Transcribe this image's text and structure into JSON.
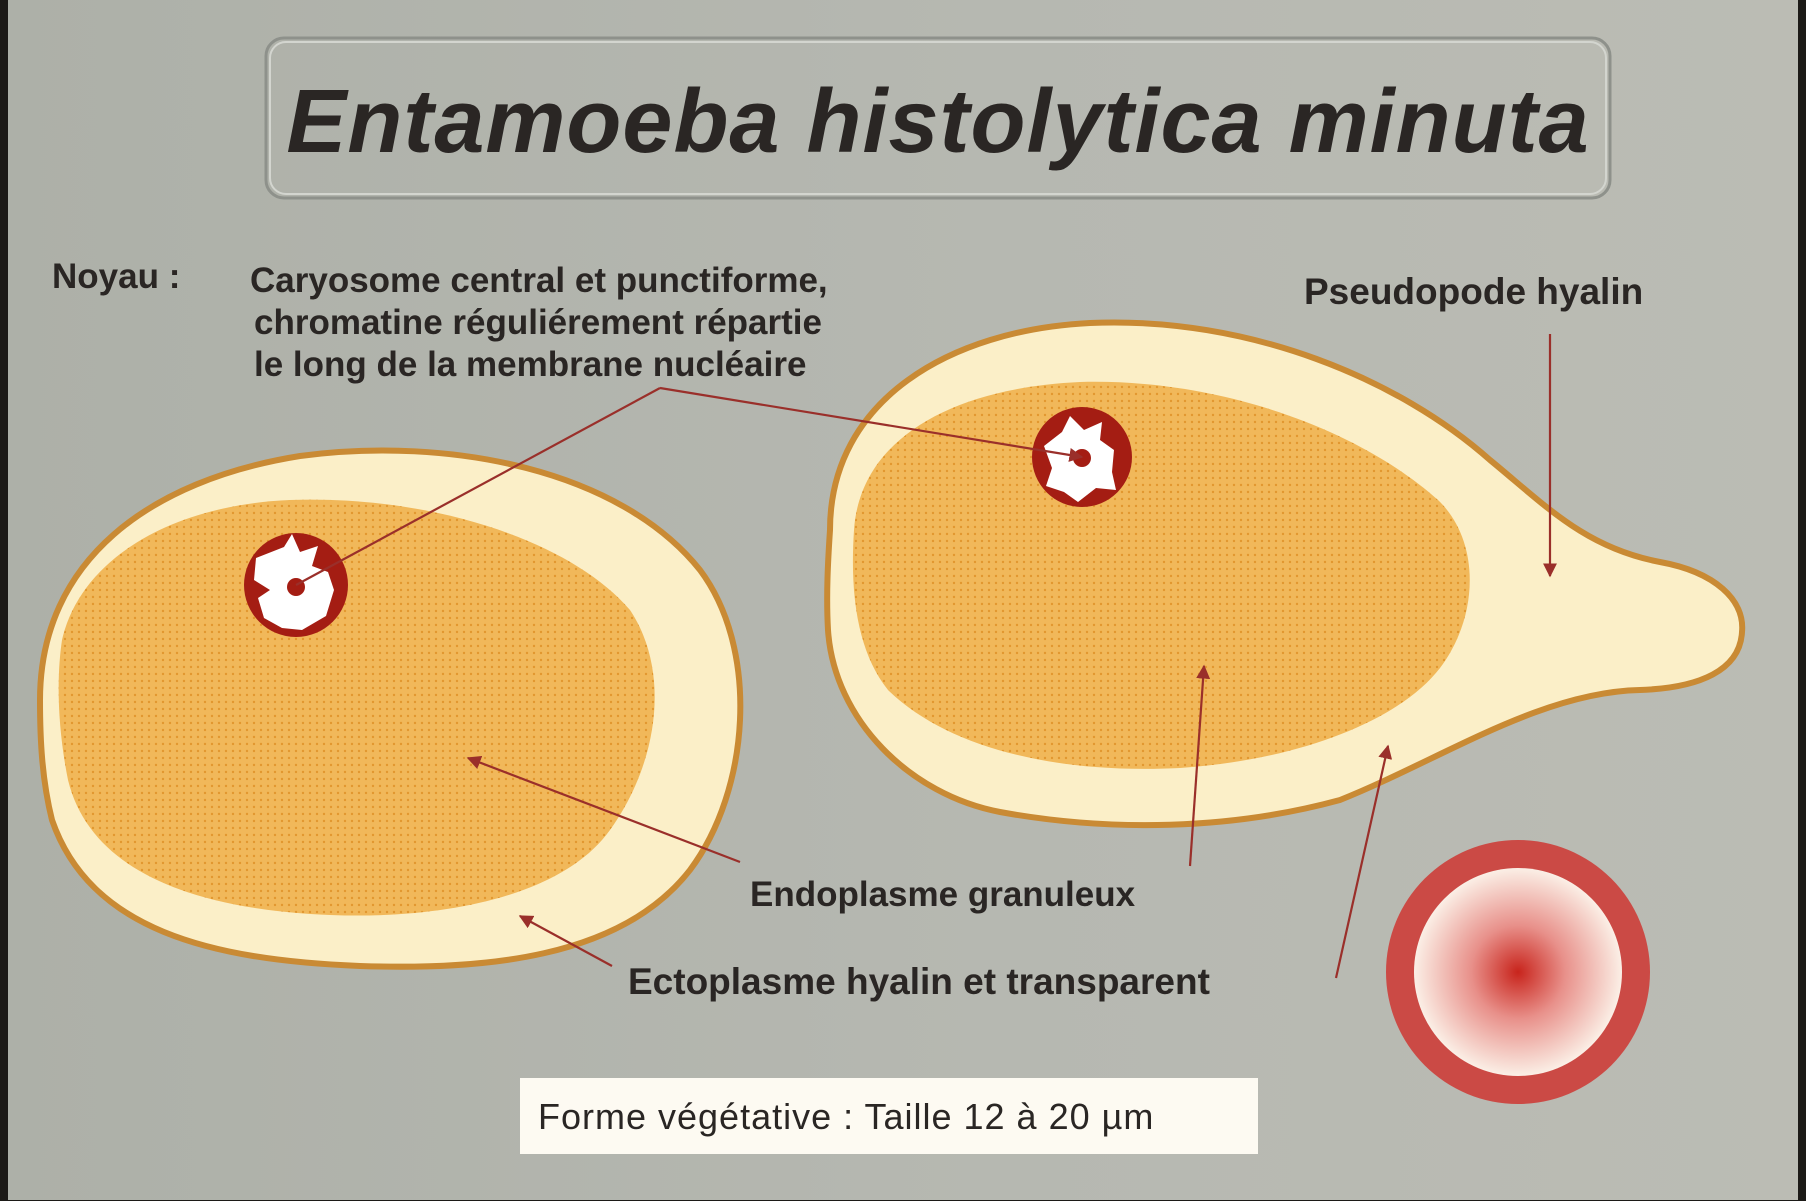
{
  "title": "Entamoeba histolytica minuta",
  "noyau": {
    "label": "Noyau :",
    "lines": [
      "Caryosome central et punctiforme,",
      "chromatine réguliérement répartie",
      "le long de la membrane nucléaire"
    ]
  },
  "labels": {
    "pseudopode": "Pseudopode hyalin",
    "endoplasme": "Endoplasme granuleux",
    "ectoplasme": "Ectoplasme hyalin et transparent"
  },
  "footer": "Forme végétative : Taille  12 à 20 µm",
  "colors": {
    "background": "#b4b7b0",
    "ectoplasm": "#fbefc8",
    "outline": "#c98a34",
    "endoplasm": "#f0b654",
    "nucleus": "#a41d13",
    "arrow": "#9a2f2a",
    "text": "#2a2624"
  }
}
